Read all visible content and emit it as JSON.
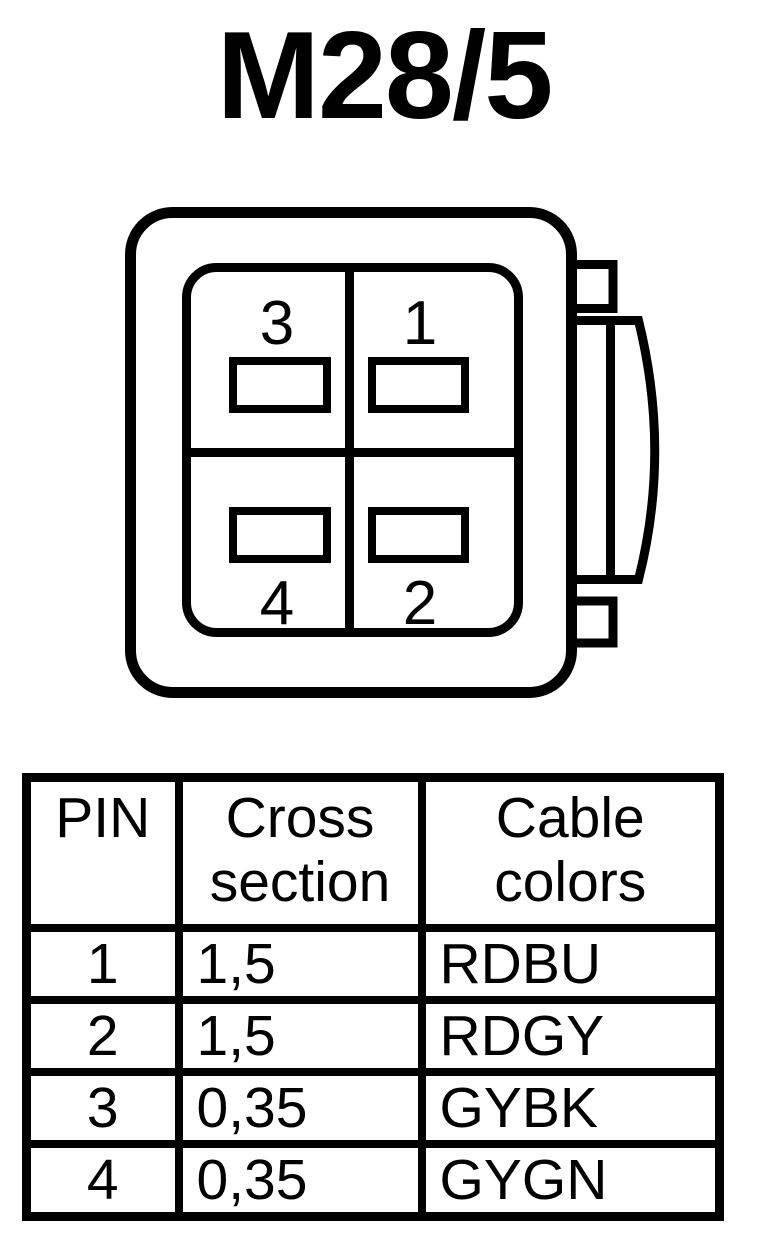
{
  "page": {
    "background": "#ffffff",
    "ink": "#000000"
  },
  "title": "M28/5",
  "connector": {
    "description": "4-pin connector face view with side latch",
    "pins": [
      {
        "label": "3",
        "position": "top-left"
      },
      {
        "label": "1",
        "position": "top-right"
      },
      {
        "label": "4",
        "position": "bottom-left"
      },
      {
        "label": "2",
        "position": "bottom-right"
      }
    ]
  },
  "table": {
    "columns": [
      "PIN",
      "Cross section",
      "Cable colors"
    ],
    "rows": [
      [
        "1",
        "1,5",
        "RDBU"
      ],
      [
        "2",
        "1,5",
        "RDGY"
      ],
      [
        "3",
        "0,35",
        "GYBK"
      ],
      [
        "4",
        "0,35",
        "GYGN"
      ]
    ]
  }
}
